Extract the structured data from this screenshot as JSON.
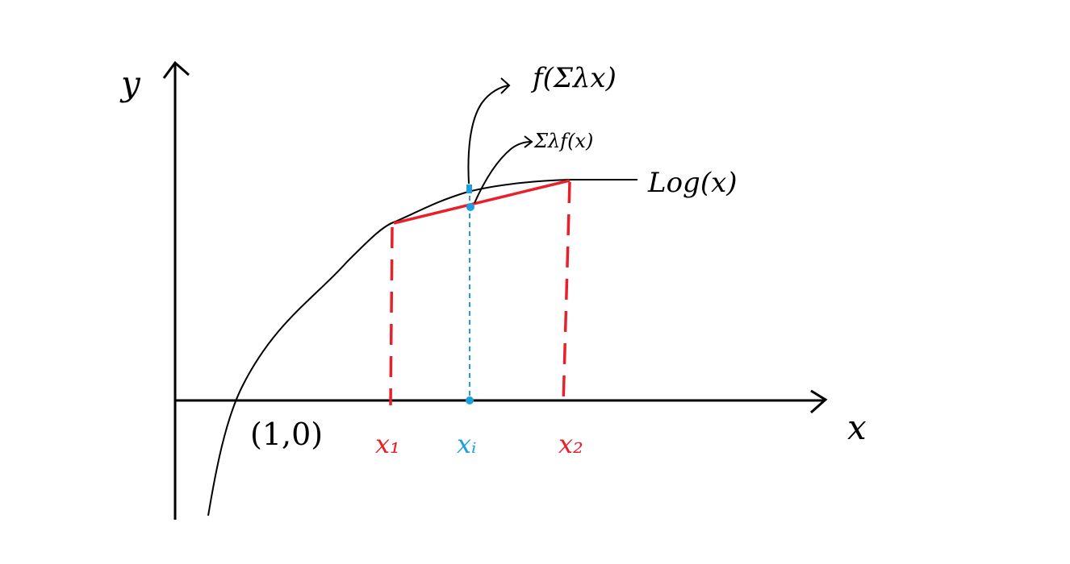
{
  "labels": {
    "y_axis": "y",
    "x_axis": "x",
    "origin_point": "(1,0)",
    "function": "Log(x)",
    "value_of_mean": "f(Σλx)",
    "mean_of_values": "Σλf(x)",
    "x1": "x₁",
    "xi": "xᵢ",
    "x2": "x₂"
  },
  "colors": {
    "curve": "#000000",
    "chord": "#e8202a",
    "mean": "#1ca0e0"
  }
}
